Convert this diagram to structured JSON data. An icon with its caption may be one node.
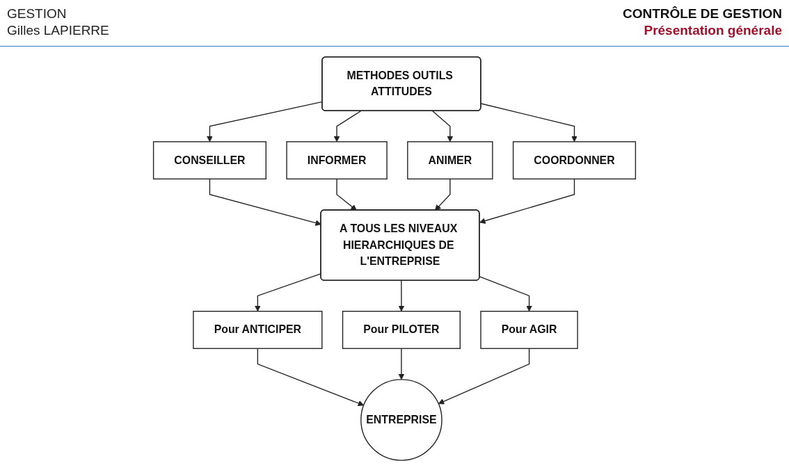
{
  "diagram": {
    "title": "CONTRÔLE DE GESTION",
    "nodes": [
      {
        "text": [
          "CONSEILLER"
        ]
      },
      {
        "text": [
          "INFORMER"
        ]
      },
      {
        "text": [
          "ANIMER"
        ]
      },
      {
        "text": [
          "COORDONNER"
        ]
      },
      {
        "text": [
          "METHODES OUTILS ATTITUDES"
        ]
      },
      {
        "text": [
          "A TOUS LES NIVEAUX HIERARCHIQUES DE L'ENTREPRISE"
        ]
      },
      {
        "text": [
          "Pour ANTICIPER"
        ]
      },
      {
        "text": [
          "Pour PILOTER"
        ]
      },
      {
        "text": [
          "Pour AGIR"
        ]
      },
      {
        "text": [
          "ENTREPRISE"
        ]
      }
    ],
    "edges": [
      {
        "from": 4,
        "to": 0,
        "arrow": "to"
      },
      {
        "from": 4,
        "to": 1,
        "arrow": "to"
      },
      {
        "from": 4,
        "to": 2,
        "arrow": "to"
      },
      {
        "from": 4,
        "to": 3,
        "arrow": "to"
      },
      {
        "from": 0,
        "to": 5,
        "arrow": "to"
      },
      {
        "from": 1,
        "to": 5,
        "arrow": "to"
      },
      {
        "from": 2,
        "to": 5,
        "arrow": "to"
      },
      {
        "from": 3,
        "to": 5,
        "arrow": "to"
      },
      {
        "from": 5,
        "to": 6,
        "arrow": "to"
      },
      {
        "from": 5,
        "to": 7,
        "arrow": "to"
      },
      {
        "from": 5,
        "to": 8,
        "arrow": "to"
      },
      {
        "from": 6,
        "to": 9,
        "arrow": "to"
      },
      {
        "from": 7,
        "to": 9,
        "arrow": "to"
      },
      {
        "from": 8,
        "to": 9,
        "arrow": "to"
      }
    ],
    "labels": [
      "GESTION",
      "Gilles LAPIERRE",
      "Présentation générale"
    ]
  }
}
